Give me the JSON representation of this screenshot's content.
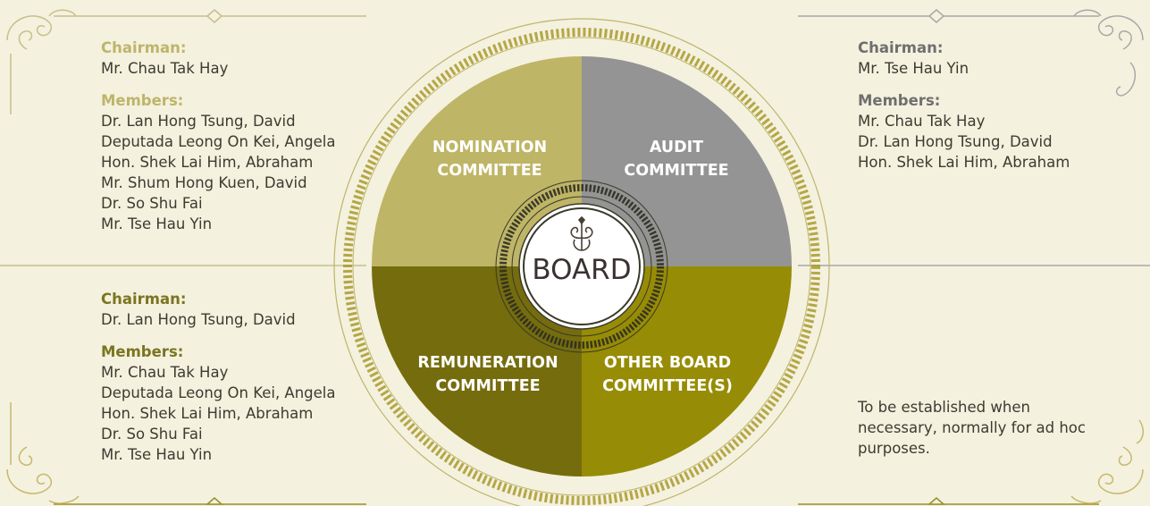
{
  "board_label": "BOARD",
  "committees": {
    "nomination": {
      "title_line1": "NOMINATION",
      "title_line2": "COMMITTEE",
      "chairman_label": "Chairman:",
      "chairman": "Mr. Chau Tak Hay",
      "members_label": "Members:",
      "members": [
        "Dr. Lan Hong Tsung, David",
        "Deputada Leong On Kei, Angela",
        "Hon. Shek Lai Him, Abraham",
        "Mr. Shum Hong Kuen, David",
        "Dr. So Shu Fai",
        "Mr. Tse Hau Yin"
      ],
      "color": "#bfb566"
    },
    "audit": {
      "title_line1": "AUDIT",
      "title_line2": "COMMITTEE",
      "chairman_label": "Chairman:",
      "chairman": "Mr. Tse Hau Yin",
      "members_label": "Members:",
      "members": [
        "Mr. Chau Tak Hay",
        "Dr. Lan Hong Tsung, David",
        "Hon. Shek Lai Him, Abraham"
      ],
      "color": "#949494"
    },
    "remuneration": {
      "title_line1": "REMUNERATION",
      "title_line2": "COMMITTEE",
      "chairman_label": "Chairman:",
      "chairman": "Dr. Lan Hong Tsung, David",
      "members_label": "Members:",
      "members": [
        "Mr. Chau Tak Hay",
        "Deputada Leong On Kei, Angela",
        "Hon. Shek Lai Him, Abraham",
        "Dr. So Shu Fai",
        "Mr. Tse Hau Yin"
      ],
      "color": "#756c0e"
    },
    "other": {
      "title_line1": "OTHER BOARD",
      "title_line2": "COMMITTEE(S)",
      "description_lines": [
        "To be established when",
        "necessary, normally for ad hoc",
        "purposes."
      ],
      "color": "#978c05"
    }
  },
  "colors": {
    "background": "#f4f1df",
    "frame_gold": "#bdb56a",
    "frame_grey": "#9a9a9a",
    "ring_gold": "#a89a2c"
  }
}
